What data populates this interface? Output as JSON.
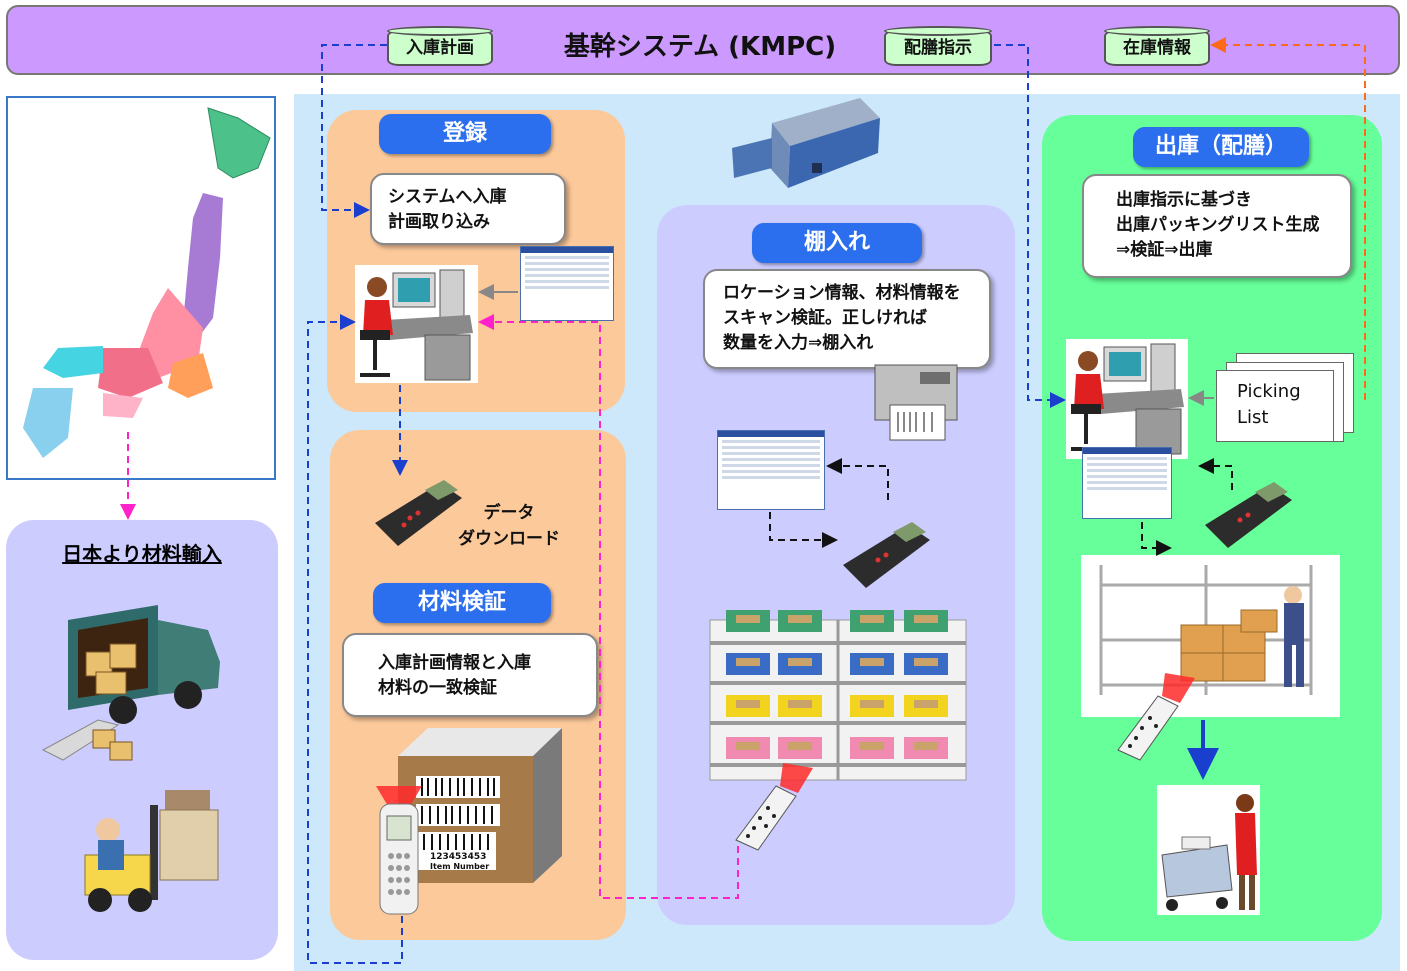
{
  "colors": {
    "top_bar": "#cc99ff",
    "db": "#ccffcc",
    "pill": "#2b6fef",
    "registration_bg": "#fcc99b",
    "storage_bg": "#ccccff",
    "shipping_bg": "#66ff99",
    "flow_bg": "#cce8fa",
    "blue_arrow": "#1a3fcf",
    "magenta_arrow": "#ff22cc",
    "orange_arrow": "#ff6a1a"
  },
  "system": {
    "title": "基幹システム (KMPC)",
    "db_inbound_plan": "入庫計画",
    "db_delivery_instruction": "配膳指示",
    "db_inventory": "在庫情報"
  },
  "import": {
    "title": "日本より材料輸入",
    "map_icon": "japan-map",
    "truck_icon": "delivery-truck",
    "forklift_icon": "forklift"
  },
  "registration": {
    "title": "登録",
    "callout": "システムへ入庫\n計画取り込み",
    "download_label": "データ\nダウンロード"
  },
  "verification": {
    "title": "材料検証",
    "callout": "入庫計画情報と入庫\n材料の一致検証",
    "barcode_number": "123453453",
    "barcode_label": "Item Number"
  },
  "storage": {
    "title": "棚入れ",
    "callout": "ロケーション情報、材料情報を\nスキャン検証。正しければ\n数量を入力⇒棚入れ"
  },
  "shipping": {
    "title": "出庫（配膳）",
    "callout": "出庫指示に基づき\n出庫パッキングリスト生成\n⇒検証⇒出庫",
    "picking_list": "Picking\nList"
  }
}
